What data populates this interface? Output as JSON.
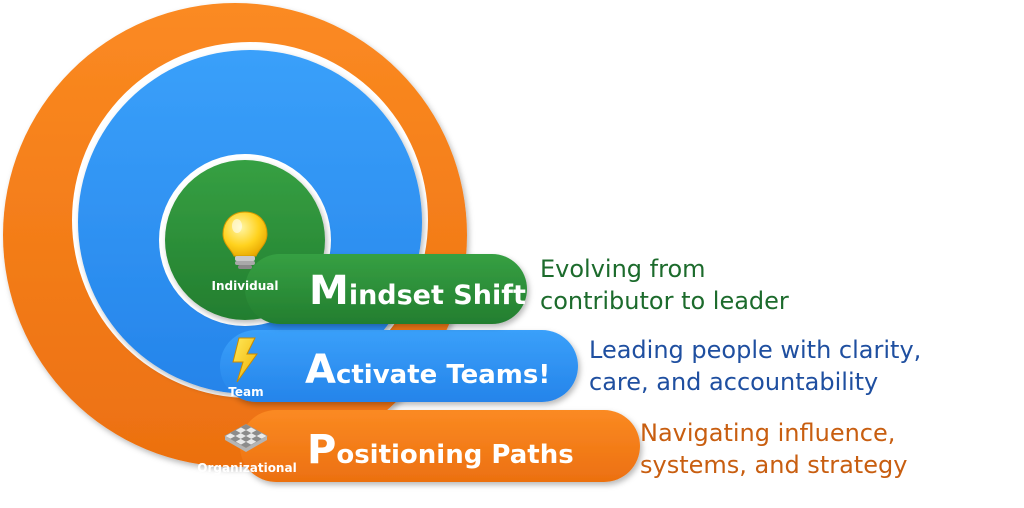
{
  "colors": {
    "individual": "#2e8f3a",
    "team": "#2f94f4",
    "organizational": "#f47b16",
    "individual_text": "#1c6b2c",
    "team_text": "#1f4fa0",
    "organizational_text": "#c85e10"
  },
  "levels": [
    {
      "level": "Individual",
      "initial": "M",
      "rest": "indset Shift",
      "icon": "lightbulb-icon",
      "description_line1": "Evolving from",
      "description_line2": "contributor to leader"
    },
    {
      "level": "Team",
      "initial": "A",
      "rest": "ctivate Teams!",
      "icon": "lightning-bolt-icon",
      "description_line1": "Leading people with clarity,",
      "description_line2": "care, and accountability"
    },
    {
      "level": "Organizational",
      "initial": "P",
      "rest": "ositioning Paths",
      "icon": "chessboard-icon",
      "description_line1": "Navigating influence,",
      "description_line2": "systems, and strategy"
    }
  ]
}
